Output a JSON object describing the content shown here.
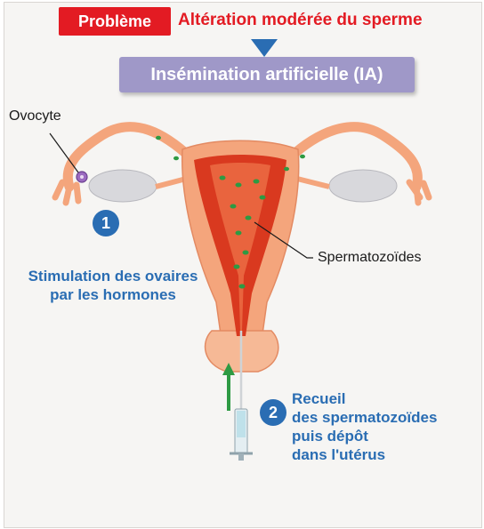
{
  "header": {
    "problem_label": "Problème",
    "problem_text": "Altération modérée du sperme"
  },
  "title": "Insémination artificielle (IA)",
  "labels": {
    "ovocyte": "Ovocyte",
    "spermatozoides": "Spermatozoïdes"
  },
  "steps": [
    {
      "number": "1",
      "lines": [
        "Stimulation des ovaires",
        "par les hormones"
      ]
    },
    {
      "number": "2",
      "lines": [
        "Recueil",
        "des spermatozoïdes",
        "puis dépôt",
        "dans l'utérus"
      ]
    }
  ],
  "colors": {
    "red": "#e31b23",
    "blue": "#2a6db3",
    "lavender": "#9f98c8",
    "flesh": "#f4a57c",
    "lining": "#d9391f",
    "green": "#2e9a43"
  }
}
